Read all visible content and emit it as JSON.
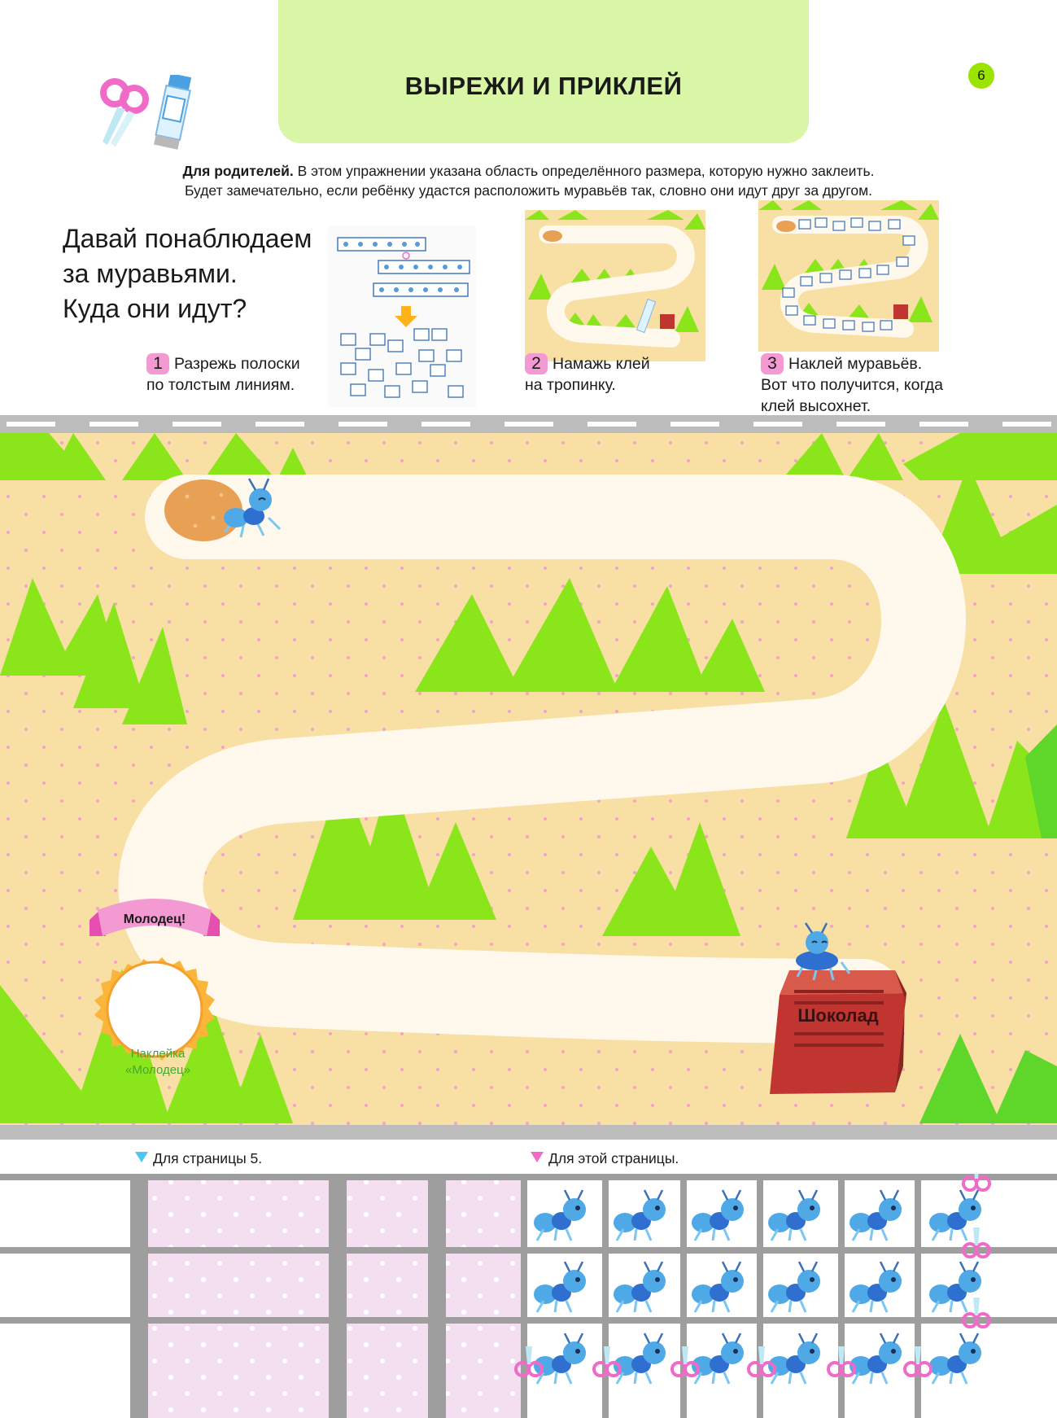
{
  "page": {
    "title": "ВЫРЕЖИ И ПРИКЛЕЙ",
    "number": "6"
  },
  "parent_note": {
    "label": "Для родителей.",
    "line1": " В этом упражнении указана область определённого размера, которую нужно заклеить.",
    "line2": "Будет замечательно, если ребёнку удастся расположить муравьёв так, словно они идут друг за другом."
  },
  "question": {
    "line1": "Давай понаблюдаем",
    "line2": "за муравьями.",
    "line3": "Куда они идут?"
  },
  "steps": [
    {
      "num": "1",
      "line1": "Разрежь полоски",
      "line2": "по толстым линиям."
    },
    {
      "num": "2",
      "line1": "Намажь клей",
      "line2": "на тропинку."
    },
    {
      "num": "3",
      "line1": "Наклей муравьёв.",
      "line2": "Вот что получится, когда",
      "line3": "клей высохнет."
    }
  ],
  "board": {
    "chocolate_label": "Шоколад",
    "badge_ribbon": "Молодец!",
    "badge_line1": "Наклейка",
    "badge_line2": "«Молодец»"
  },
  "sticker_sheet": {
    "label_left": "Для страницы 5.",
    "label_right": "Для этой страницы."
  },
  "colors": {
    "header_band": "#d9f5a6",
    "sand": "#f8dfa3",
    "grass": "#8ae51b",
    "grass_dark": "#5fd62a",
    "path": "#fff8ec",
    "chocolate": "#c0352f",
    "ant_blue": "#4fa9e6",
    "accent_pink": "#f06ac8"
  },
  "icons": [
    "scissors-icon",
    "glue-stick-icon",
    "ant-icon",
    "burrow-icon",
    "chocolate-box-icon",
    "badge-icon"
  ]
}
